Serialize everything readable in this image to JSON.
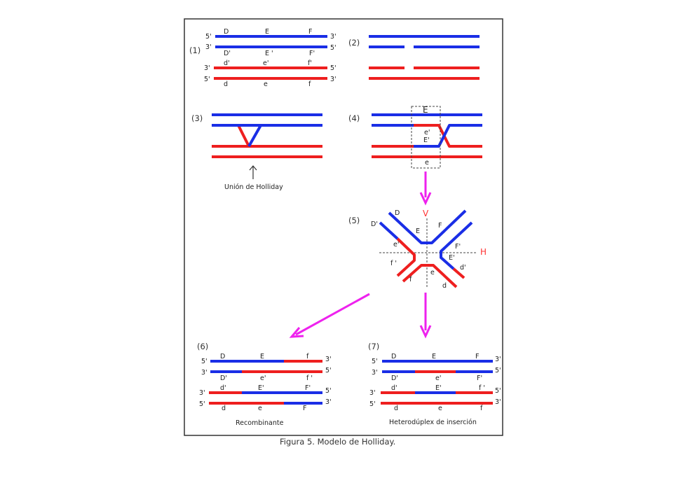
{
  "caption": "Figura 5. Modelo de Holliday.",
  "colors": {
    "blue": "#1a2ee6",
    "red": "#ee1f1f",
    "magenta": "#ee22ee",
    "frame": "#333333"
  },
  "panel1": {
    "number": "(1)",
    "top_strand_letters": [
      "D",
      "E",
      "F"
    ],
    "top_comp_letters": [
      "D'",
      "E '",
      "F'"
    ],
    "bottom_strand_letters": [
      "d'",
      "e'",
      "f'"
    ],
    "bottom_comp_letters": [
      "d",
      "e",
      "f"
    ],
    "ends_a": [
      "5'",
      "3'"
    ],
    "ends_b": [
      "3'",
      "5'"
    ],
    "ends_c": [
      "3'",
      "5'"
    ],
    "ends_d": [
      "5'",
      "3'"
    ]
  },
  "panel2": {
    "number": "(2)"
  },
  "panel3": {
    "number": "(3)",
    "junction_label": "Unión de Holliday"
  },
  "panel4": {
    "number": "(4)",
    "box_letters": [
      "E",
      "e'",
      "E'",
      "e"
    ]
  },
  "panel5": {
    "number": "(5)",
    "axis_v": "V",
    "axis_h": "H",
    "letters": [
      "D",
      "D'",
      "E",
      "F",
      "e'",
      "F'",
      "E'",
      "f '",
      "e",
      "d'",
      "f",
      "d"
    ]
  },
  "panel6": {
    "number": "(6)",
    "row1": [
      "D",
      "E",
      "f"
    ],
    "row2": [
      "D'",
      "e'",
      "f '"
    ],
    "row3": [
      "d'",
      "E'",
      "F'"
    ],
    "row4": [
      "d",
      "e",
      "F"
    ],
    "ends": [
      "5'",
      "3'",
      "3'",
      "5'",
      "3'",
      "5'",
      "5'",
      "3'"
    ],
    "label": "Recombinante"
  },
  "panel7": {
    "number": "(7)",
    "row1": [
      "D",
      "E",
      "F"
    ],
    "row2": [
      "D'",
      "e'",
      "F'"
    ],
    "row3": [
      "d'",
      "E'",
      "f '"
    ],
    "row4": [
      "d",
      "e",
      "f"
    ],
    "ends": [
      "5'",
      "3'",
      "3'",
      "5'",
      "3'",
      "5'",
      "5'",
      "3'"
    ],
    "label": "Heterodúplex de inserción"
  }
}
